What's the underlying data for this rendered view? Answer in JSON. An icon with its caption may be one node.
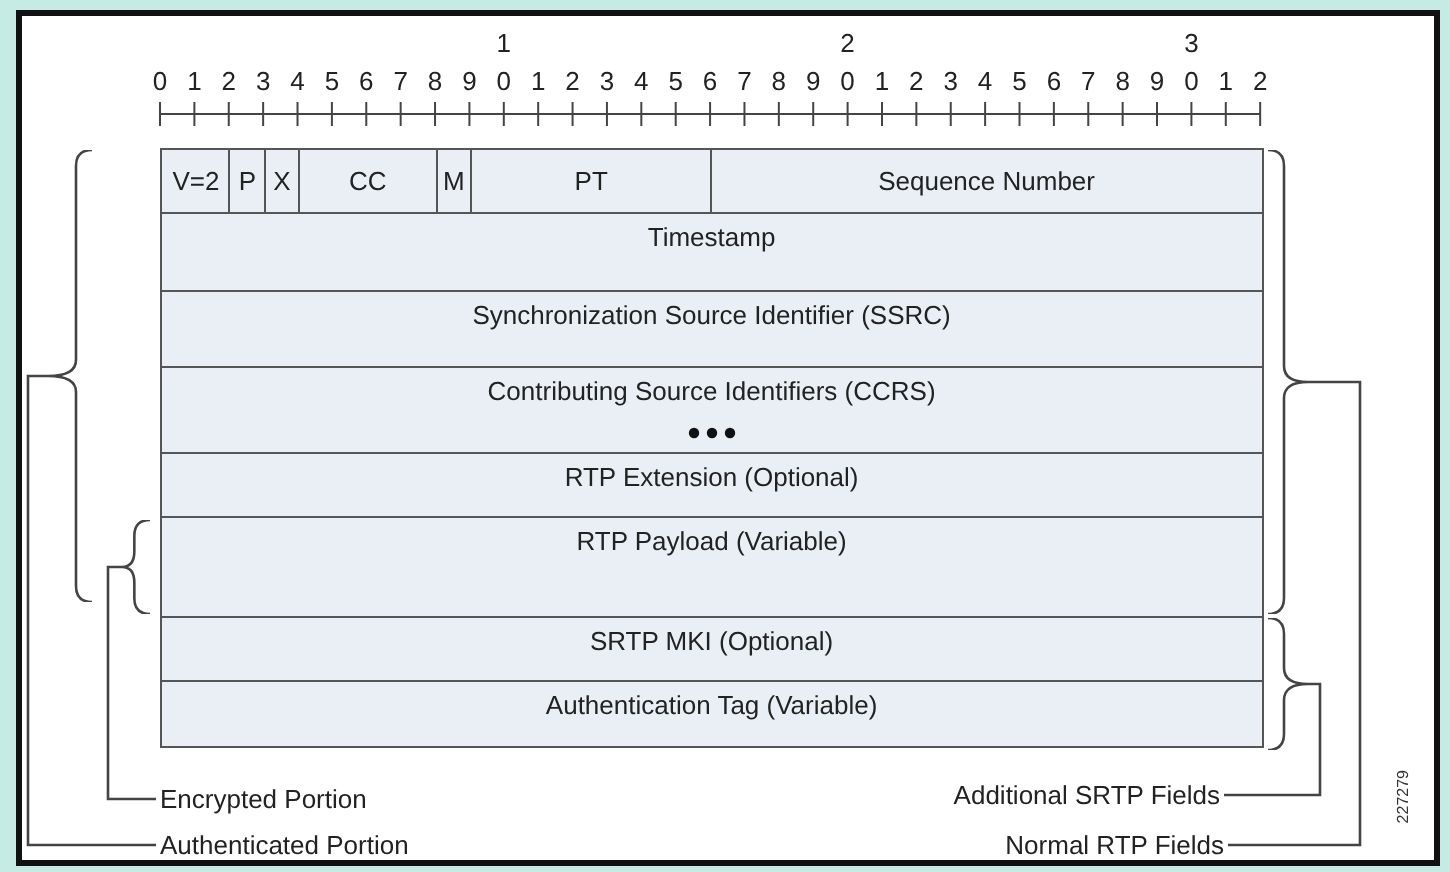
{
  "diagram": {
    "nodes": [
      {
        "text": [
          "V=2"
        ]
      },
      {
        "text": [
          "P"
        ]
      },
      {
        "text": [
          "X"
        ]
      },
      {
        "text": [
          "CC"
        ]
      },
      {
        "text": [
          "M"
        ]
      },
      {
        "text": [
          "PT"
        ]
      },
      {
        "text": [
          "Sequence Number"
        ]
      },
      {
        "text": [
          "Timestamp"
        ]
      },
      {
        "text": [
          "Synchronization Source Identifier (SSRC)"
        ]
      },
      {
        "text": [
          "Contributing Source Identifiers (CCRS)"
        ]
      },
      {
        "text": [
          "RTP Extension (Optional)"
        ]
      },
      {
        "text": [
          "RTP Payload (Variable)"
        ]
      },
      {
        "text": [
          "SRTP MKI (Optional)"
        ]
      },
      {
        "text": [
          "Authentication Tag (Variable)"
        ]
      },
      {
        "text": [],
        "shape": "brace"
      },
      {
        "text": [],
        "shape": "brace"
      },
      {
        "text": [],
        "shape": "brace"
      },
      {
        "text": [],
        "shape": "brace"
      },
      {
        "text": [
          "Encrypted Portion"
        ]
      },
      {
        "text": [
          "Authenticated Portion"
        ]
      },
      {
        "text": [
          "Additional SRTP Fields"
        ]
      },
      {
        "text": [
          "Normal RTP Fields"
        ]
      }
    ],
    "edges": [
      {
        "from": 18,
        "to": 15,
        "arrow": "none"
      },
      {
        "from": 19,
        "to": 14,
        "arrow": "none"
      },
      {
        "from": 20,
        "to": 17,
        "arrow": "none"
      },
      {
        "from": 21,
        "to": 16,
        "arrow": "none"
      }
    ],
    "labels": [
      "1",
      "2",
      "3",
      "0",
      "1",
      "2",
      "3",
      "4",
      "5",
      "6",
      "7",
      "8",
      "9",
      "0",
      "1",
      "2",
      "3",
      "4",
      "5",
      "6",
      "7",
      "8",
      "9",
      "0",
      "1",
      "2",
      "3",
      "4",
      "5",
      "6",
      "7",
      "8",
      "9",
      "0",
      "1",
      "2",
      "227279"
    ]
  }
}
